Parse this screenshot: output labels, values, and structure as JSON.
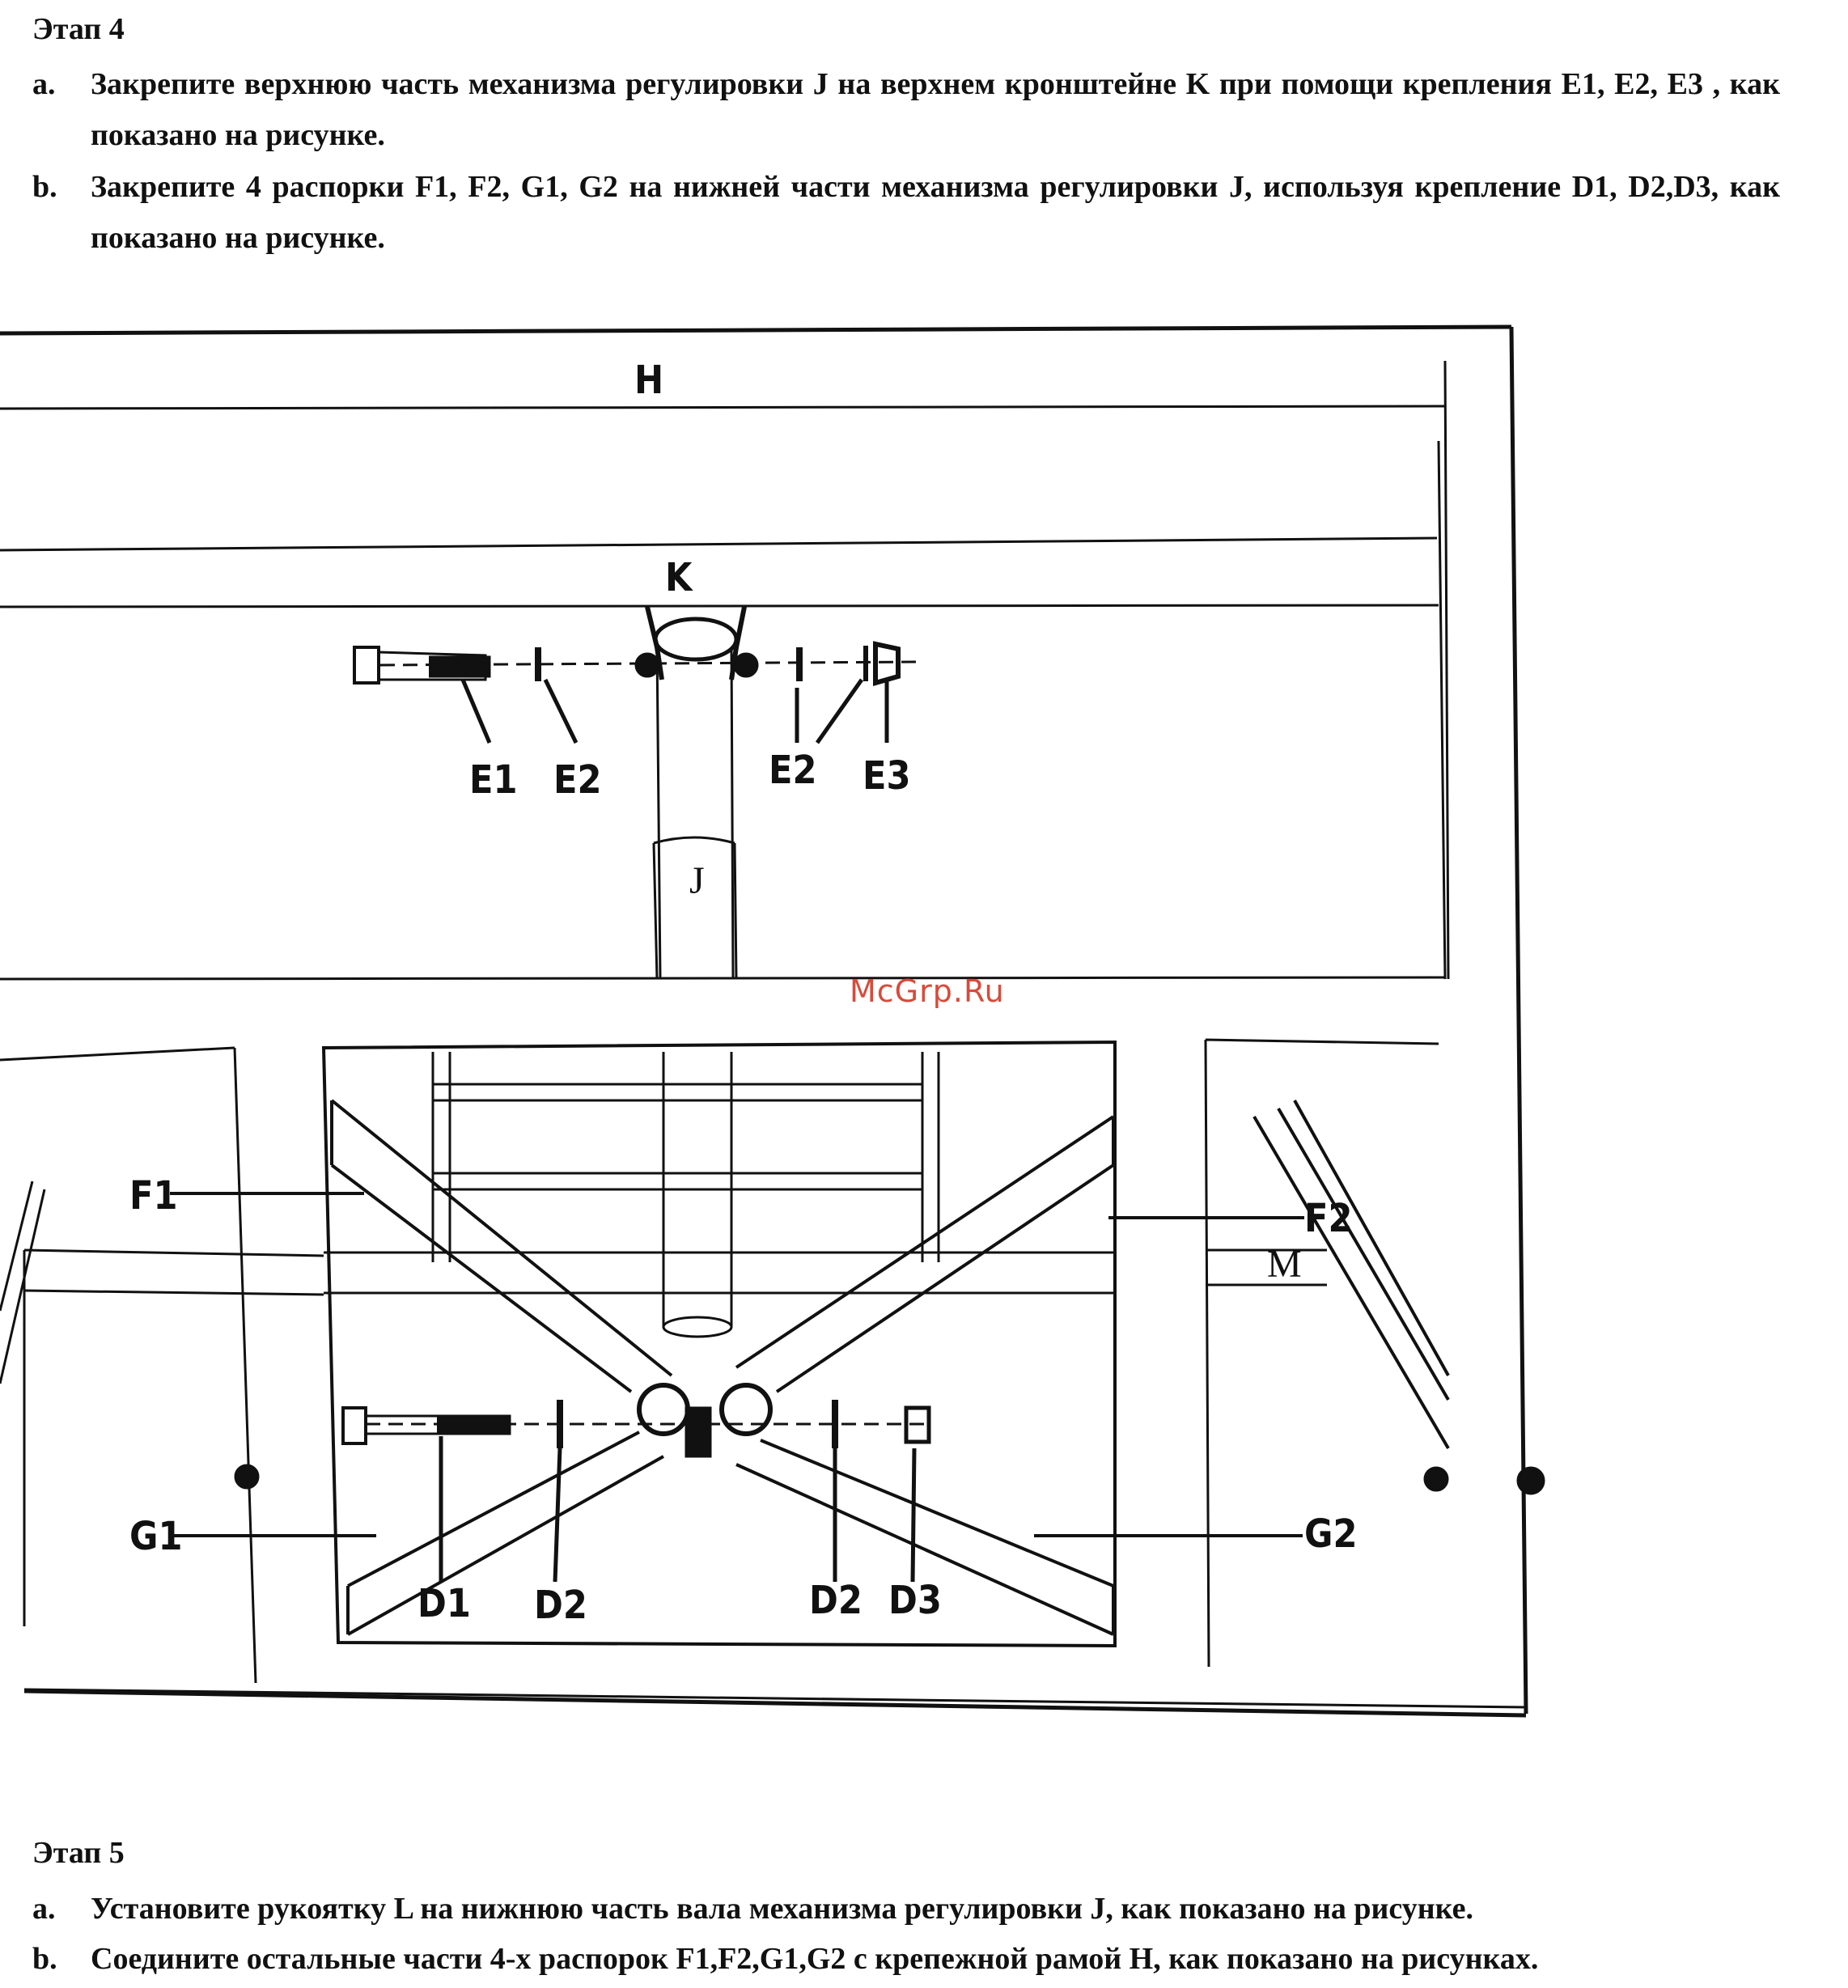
{
  "step4": {
    "heading": "Этап 4",
    "a_letter": "a.",
    "a_text": "Закрепите верхнюю часть механизма регулировки J на верхнем кронштейне K при помощи крепления E1, E2, E3 , как показано на рисунке.",
    "b_letter": "b.",
    "b_text": "Закрепите 4 распорки F1, F2, G1, G2   на нижней части механизма регулировки J, используя крепление D1, D2,D3, как показано на рисунке."
  },
  "diagram": {
    "labels": {
      "H": "H",
      "K": "K",
      "J": "J",
      "M": "M",
      "E1": "E1",
      "E2_left": "E2",
      "E2_right": "E2",
      "E3": "E3",
      "F1": "F1",
      "F2": "F2",
      "G1": "G1",
      "G2": "G2",
      "D1": "D1",
      "D2_left": "D2",
      "D2_right": "D2",
      "D3": "D3"
    },
    "watermark": "McGrp.Ru",
    "watermark_color": "#d94a3a"
  },
  "step5": {
    "heading": "Этап 5",
    "a_letter": "a.",
    "a_text": "Установите рукоятку L на нижнюю часть вала механизма регулировки J, как показано на рисунке.",
    "b_letter": "b.",
    "b_text": "Соедините остальные части 4-х распорок F1,F2,G1,G2 с крепежной рамой H, как показано на рисунках."
  }
}
